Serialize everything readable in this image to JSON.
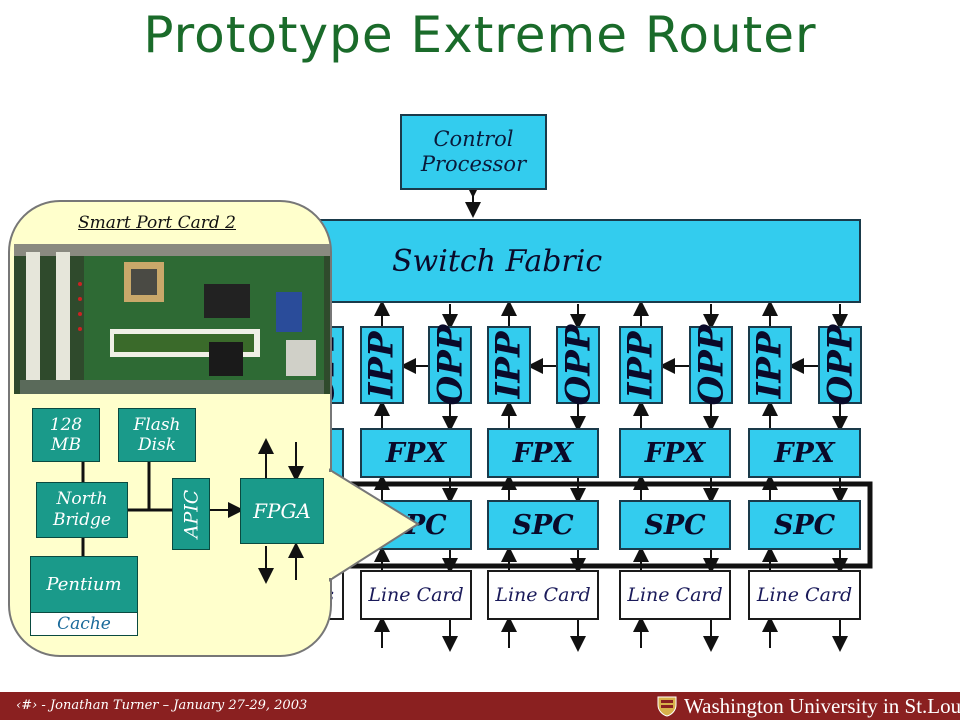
{
  "slide": {
    "title": "Prototype Extreme Router",
    "control_processor": "Control\nProcessor",
    "switch_fabric": "Switch Fabric",
    "port_labels": {
      "ipp": "IPP",
      "opp": "OPP",
      "partial": "OPP"
    },
    "fpx": "FPX",
    "spc": "SPC",
    "line_card": "Line Card",
    "partial_line_card": "s"
  },
  "inset": {
    "title": "Smart Port Card 2",
    "mem": "128\nMB",
    "flash": "Flash\nDisk",
    "north_bridge": "North\nBridge",
    "apic": "APIC",
    "fpga": "FPGA",
    "pentium": "Pentium",
    "cache": "Cache"
  },
  "footer": {
    "text": "‹#› - Jonathan Turner – January 27-29, 2003",
    "university": "Washington University in St.Louis"
  },
  "colors": {
    "title": "#1a6b2a",
    "box_fill": "#33ccee",
    "inset_bg": "#ffffcc",
    "inset_box": "#1a9a8a",
    "footer": "#8a2020"
  }
}
